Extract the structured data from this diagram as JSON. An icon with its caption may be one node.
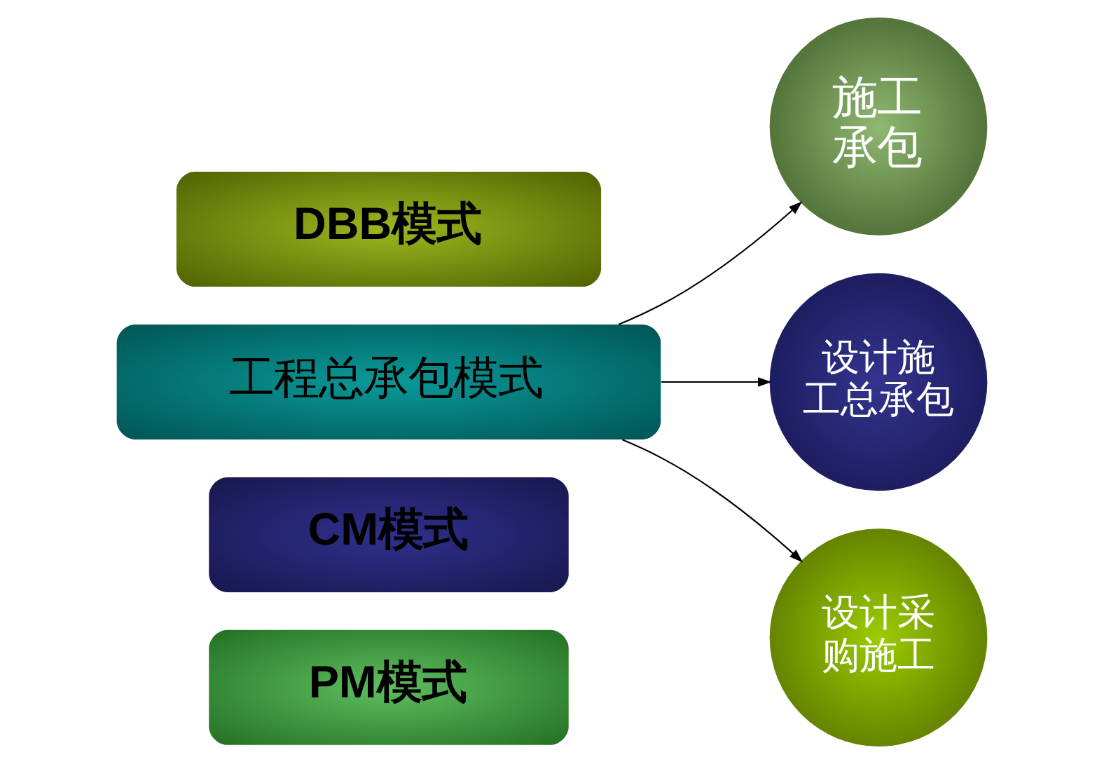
{
  "diagram": {
    "nodes": [
      {
        "text": [
          "DBB模式"
        ]
      },
      {
        "text": [
          "工程总承包模式"
        ]
      },
      {
        "text": [
          "CM模式"
        ]
      },
      {
        "text": [
          "PM模式"
        ]
      },
      {
        "text": [
          "施工承包"
        ]
      },
      {
        "text": [
          "设计施工总承包"
        ]
      },
      {
        "text": [
          "设计采购施工"
        ]
      }
    ],
    "edges": [
      {
        "from": 1,
        "to": 4,
        "arrow": "to"
      },
      {
        "from": 1,
        "to": 5,
        "arrow": "to"
      },
      {
        "from": 1,
        "to": 6,
        "arrow": "to"
      }
    ]
  }
}
